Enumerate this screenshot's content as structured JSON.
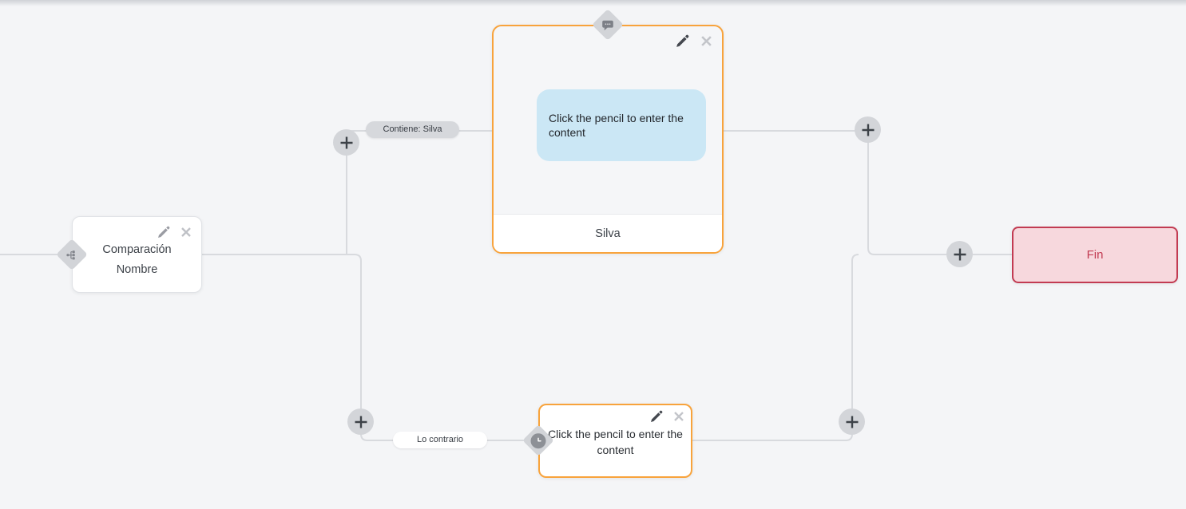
{
  "colors": {
    "canvas_bg": "#f4f5f7",
    "accent_orange": "#f8a33c",
    "end_red": "#c23b52",
    "end_bg": "#f7d8dd",
    "bubble_blue": "#cbe7f5",
    "connector_gray": "#d8dade",
    "badge_gray": "#d2d4d8"
  },
  "nodes": {
    "condition": {
      "title_lines": [
        "Comparación",
        "Nombre"
      ]
    },
    "message": {
      "bubble_text": "Click the pencil to enter the content",
      "name": "Silva"
    },
    "action": {
      "text": "Click the pencil to enter the content"
    },
    "end": {
      "label": "Fin"
    }
  },
  "branches": {
    "top_label": "Contiene: Silva",
    "bottom_label": "Lo contrario"
  },
  "icons": {
    "edit": "pencil-icon",
    "delete": "close-icon",
    "add": "plus-icon",
    "condition_type": "sitemap-icon",
    "message_type": "chat-bubble-icon",
    "action_type": "clock-icon"
  }
}
